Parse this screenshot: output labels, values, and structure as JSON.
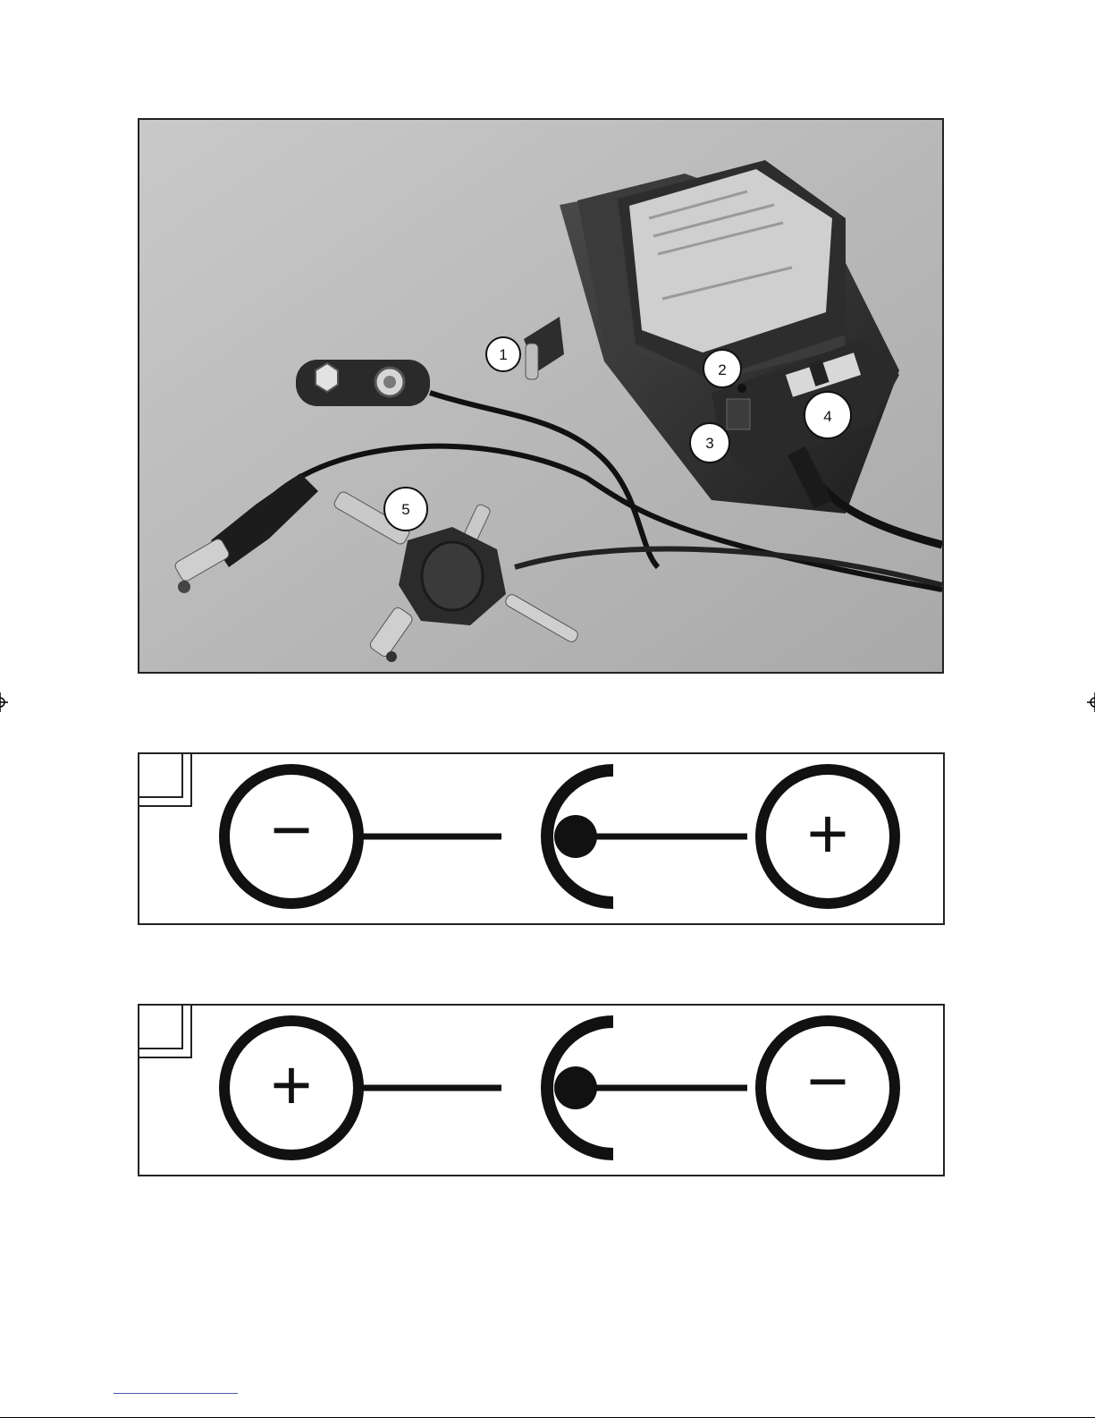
{
  "photo": {
    "subject": "universal power adapter with 9V battery clip, DC plug and multi-tip adapter",
    "callouts": [
      {
        "label": "1",
        "part": "mains-plug"
      },
      {
        "label": "2",
        "part": "indicator-led"
      },
      {
        "label": "3",
        "part": "polarity-switch"
      },
      {
        "label": "4",
        "part": "voltage-selector"
      },
      {
        "label": "5",
        "part": "multi-tip-adapter"
      }
    ]
  },
  "polarity_diagrams": [
    {
      "left_symbol": "−",
      "center": "dc-plug-symbol",
      "right_symbol": "+"
    },
    {
      "left_symbol": "+",
      "center": "dc-plug-symbol",
      "right_symbol": "−"
    }
  ],
  "colors": {
    "ink": "#111111",
    "frame": "#222222",
    "footer_link": "#4a5ab0"
  }
}
